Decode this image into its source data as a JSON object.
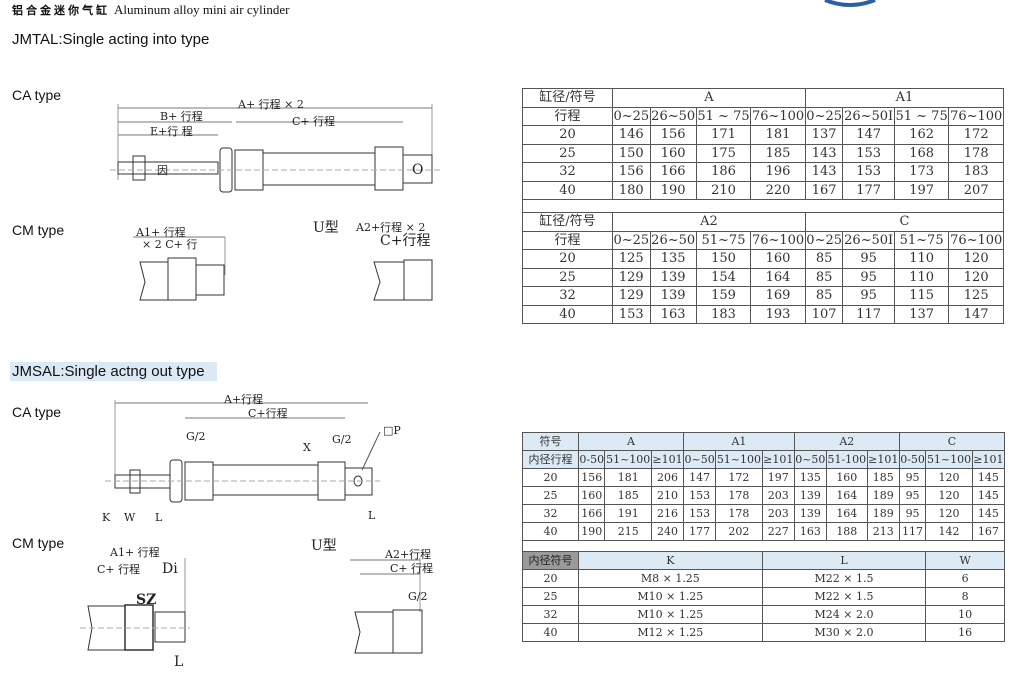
{
  "header": {
    "title_cn": "铝合金迷你气缸",
    "title_en": "Aluminum  alloy  mini  air  cylinder"
  },
  "section1": {
    "title": "JMTAL:Single acting into type",
    "ca_label": "CA type",
    "cm_label": "CM type",
    "ca_drawing": {
      "dim_a": "A+ 行程 × 2",
      "dim_b": "B+ 行程",
      "dim_c": "C+ 行程",
      "dim_e": "E+行 程",
      "mark_rod": "因",
      "mark_port": "O"
    },
    "cm_drawing": {
      "dim_a1": "A1+ 行程",
      "dim_x2": "× 2  C+  行",
      "u_type": "U型",
      "dim_a2": "A2+行程 × 2",
      "dim_c": "C+行程"
    }
  },
  "section2": {
    "title": "JMSAL:Single actng out type",
    "ca_label": "CA type",
    "cm_label": "CM  type",
    "ca_drawing": {
      "dim_a": "A+行程",
      "dim_c": "C+行程",
      "g2_left": "G/2",
      "g2_right": "G/2",
      "x": "X",
      "p": "□P",
      "k": "K",
      "w": "W",
      "l_left": "L",
      "l_right": "L"
    },
    "cm_drawing": {
      "dim_a1": "A1+ 行程",
      "dim_c": "C+ 行程",
      "di": "Di",
      "sz": "SZ",
      "l": "L",
      "u_type": "U型",
      "dim_a2": "A2+行程",
      "dim_c2": "C+ 行程",
      "g2": "G/2"
    }
  },
  "table_top": {
    "blocks": [
      {
        "corner1": "缸径/符号",
        "corner2": "行程",
        "groups": [
          "A",
          "A1"
        ],
        "subheaders": [
          "0~25",
          "26~50",
          "51 ~ 75",
          "76~100",
          "0~25",
          "26~50I",
          "51 ~ 75",
          "76~100"
        ],
        "rows": [
          [
            "20",
            "146",
            "156",
            "171",
            "181",
            "137",
            "147",
            "162",
            "172"
          ],
          [
            "25",
            "150",
            "160",
            "175",
            "185",
            "143",
            "153",
            "168",
            "178"
          ],
          [
            "32",
            "156",
            "166",
            "186",
            "196",
            "143",
            "153",
            "173",
            "183"
          ],
          [
            "40",
            "180",
            "190",
            "210",
            "220",
            "167",
            "177",
            "197",
            "207"
          ]
        ]
      },
      {
        "corner1": "缸径/符号",
        "corner2": "行程",
        "groups": [
          "A2",
          "C"
        ],
        "subheaders": [
          "0~25",
          "26~50",
          "51~75",
          "76~100",
          "0~25",
          "26~50I",
          "51~75",
          "76~100"
        ],
        "rows": [
          [
            "20",
            "125",
            "135",
            "150",
            "160",
            "85",
            "95",
            "110",
            "120"
          ],
          [
            "25",
            "129",
            "139",
            "154",
            "164",
            "85",
            "95",
            "110",
            "120"
          ],
          [
            "32",
            "129",
            "139",
            "159",
            "169",
            "85",
            "95",
            "115",
            "125"
          ],
          [
            "40",
            "153",
            "163",
            "183",
            "193",
            "107",
            "117",
            "137",
            "147"
          ]
        ]
      }
    ]
  },
  "table_bottom": {
    "corner1": "符号",
    "corner2": "内径行程",
    "groups": [
      "A",
      "A1",
      "A2",
      "C"
    ],
    "subheaders": [
      "0-50",
      "51~100",
      "≥101",
      "0~50",
      "51~100",
      "≥101",
      "0~50",
      "51-100",
      "≥101",
      "0-50",
      "51~100",
      "≥101"
    ],
    "rows": [
      [
        "20",
        "156",
        "181",
        "206",
        "147",
        "172",
        "197",
        "135",
        "160",
        "185",
        "95",
        "120",
        "145"
      ],
      [
        "25",
        "160",
        "185",
        "210",
        "153",
        "178",
        "203",
        "139",
        "164",
        "189",
        "95",
        "120",
        "145"
      ],
      [
        "32",
        "166",
        "191",
        "216",
        "153",
        "178",
        "203",
        "139",
        "164",
        "189",
        "95",
        "120",
        "145"
      ],
      [
        "40",
        "190",
        "215",
        "240",
        "177",
        "202",
        "227",
        "163",
        "188",
        "213",
        "117",
        "142",
        "167"
      ]
    ],
    "thread_corner": "内径符号",
    "thread_headers": [
      "K",
      "L",
      "W"
    ],
    "thread_rows": [
      [
        "20",
        "M8 × 1.25",
        "M22 × 1.5",
        "6"
      ],
      [
        "25",
        "M10 × 1.25",
        "M22 × 1.5",
        "8"
      ],
      [
        "32",
        "M10 × 1.25",
        "M24 × 2.0",
        "10"
      ],
      [
        "40",
        "M12 × 1.25",
        "M30 × 2.0",
        "16"
      ]
    ]
  },
  "colors": {
    "header_blue": "#dceaf6",
    "section_blue": "#dbe9f5",
    "dark_cell": "#9a9a9a",
    "logo_blue": "#2a5fa8"
  }
}
